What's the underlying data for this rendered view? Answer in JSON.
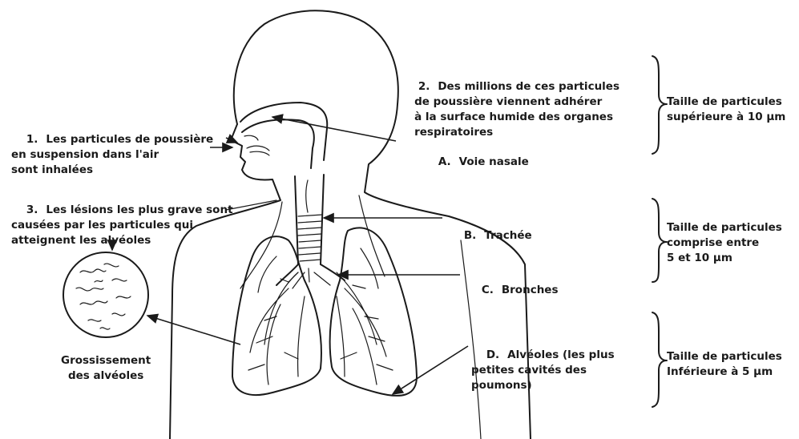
{
  "notes": {
    "n1": {
      "num": "1.",
      "text": "Les particules de poussière\nen suspension dans l'air\nsont inhalées"
    },
    "n2": {
      "num": "2.",
      "text": "Des millions de ces particules\n   de poussière viennent adhérer\n   à la surface humide des organes\n   respiratoires"
    },
    "n3": {
      "num": "3.",
      "text": "Les lésions les plus grave sont\ncausées par les particules qui\natteignent les alvéoles"
    }
  },
  "parts": {
    "a": {
      "letter": "A.",
      "text": "Voie nasale"
    },
    "b": {
      "letter": "B.",
      "text": "Trachée"
    },
    "c": {
      "letter": "C.",
      "text": "Bronches"
    },
    "d": {
      "letter": "D.",
      "text": "Alvéoles (les plus\npetites cavités des\npoumons)"
    }
  },
  "magnification": "Grossissement\ndes alvéoles",
  "sizes": {
    "s1": "Taille de particules\nsupérieure à 10 µm",
    "s2": "Taille de particules\ncomprise entre\n5 et 10 µm",
    "s3": "Taille de particules\nInférieure à 5 µm"
  }
}
